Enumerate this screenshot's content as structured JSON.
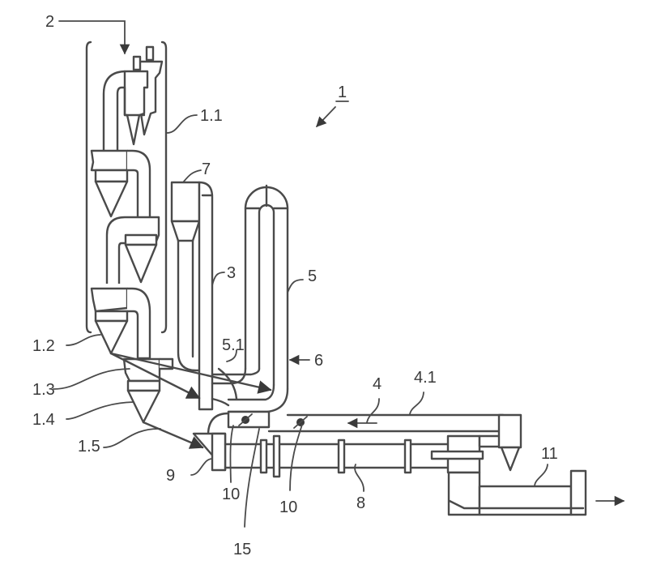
{
  "figure": {
    "reference_numeral": "1",
    "labels": {
      "raw_meal_feed": "2",
      "preheater_tower": "1.1",
      "cyclone_1_2": "1.2",
      "cyclone_1_3": "1.3",
      "cyclone_1_4": "1.4",
      "cyclone_1_5": "1.5",
      "riser_duct": "3",
      "tertiary_air_duct": "4",
      "tertiary_air_duct_section": "4.1",
      "calciner": "5",
      "calciner_section": "5.1",
      "fuel_inlet": "6",
      "separator": "7",
      "rotary_kiln": "8",
      "kiln_inlet": "9",
      "damper_1": "10",
      "damper_2": "10",
      "clinker_cooler": "11",
      "bypass": "15"
    },
    "line_color": "#4a4a4a"
  }
}
